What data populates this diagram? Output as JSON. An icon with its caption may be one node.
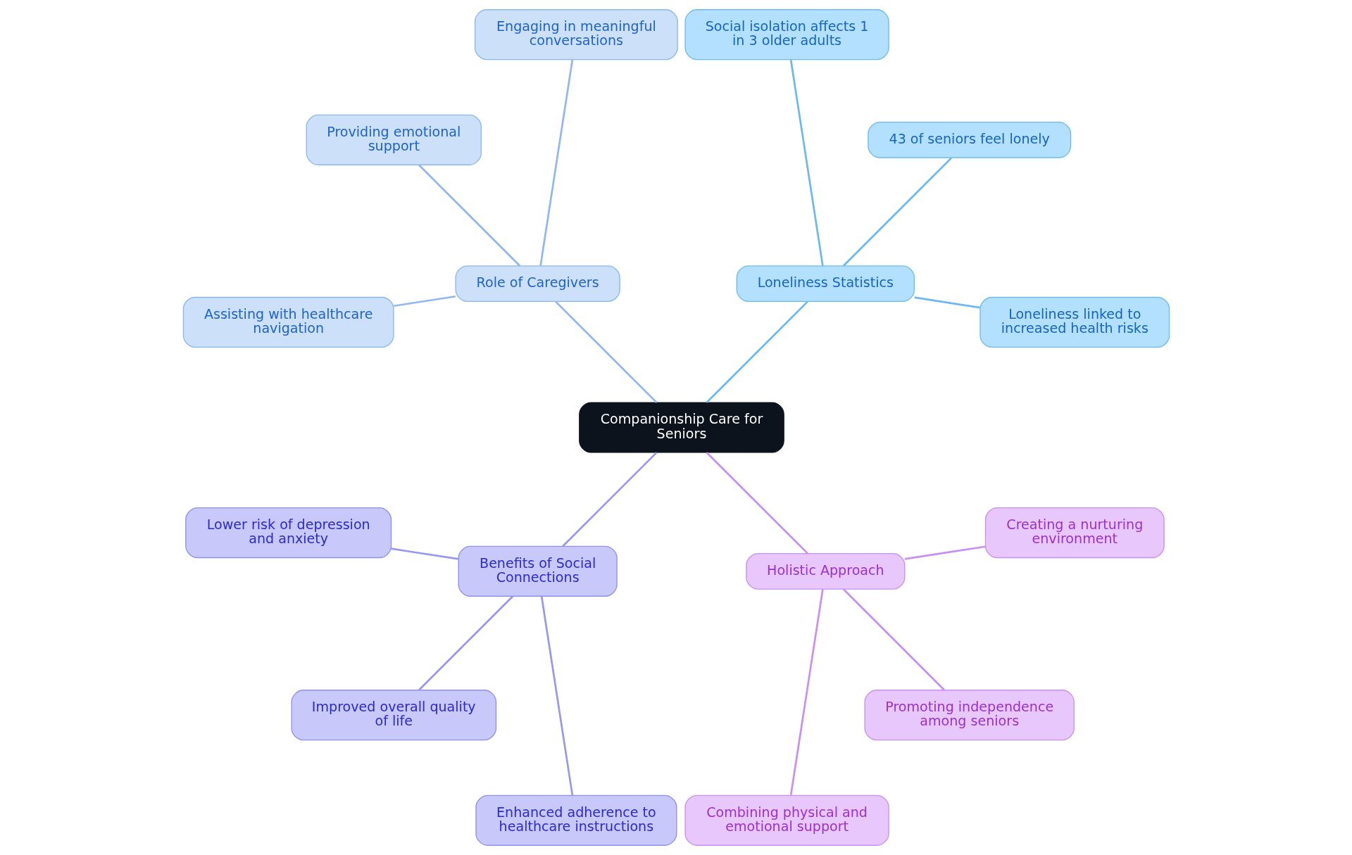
{
  "diagram": {
    "nodes": [
      {
        "text": [
          "Companionship Care for Seniors"
        ]
      },
      {
        "text": [
          "Loneliness Statistics"
        ]
      },
      {
        "text": [
          "Loneliness linked to increased health risks"
        ]
      },
      {
        "text": [
          "43 of seniors feel lonely"
        ]
      },
      {
        "text": [
          "Social isolation affects 1 in 3 older adults"
        ]
      },
      {
        "text": [
          "Role of Caregivers"
        ]
      },
      {
        "text": [
          "Engaging in meaningful conversations"
        ]
      },
      {
        "text": [
          "Providing emotional support"
        ]
      },
      {
        "text": [
          "Assisting with healthcare navigation"
        ]
      },
      {
        "text": [
          "Benefits of Social Connections"
        ]
      },
      {
        "text": [
          "Lower risk of depression and anxiety"
        ]
      },
      {
        "text": [
          "Improved overall quality of life"
        ]
      },
      {
        "text": [
          "Enhanced adherence to healthcare instructions"
        ]
      },
      {
        "text": [
          "Holistic Approach"
        ]
      },
      {
        "text": [
          "Combining physical and emotional support"
        ]
      },
      {
        "text": [
          "Promoting independence among seniors"
        ]
      },
      {
        "text": [
          "Creating a nurturing environment"
        ]
      }
    ],
    "edges": [
      {
        "from": 0,
        "to": 1,
        "arrow": "none",
        "color": "#6cb8f0"
      },
      {
        "from": 1,
        "to": 2,
        "arrow": "none",
        "color": "#6cb8f0"
      },
      {
        "from": 1,
        "to": 3,
        "arrow": "none",
        "color": "#6cb8f0"
      },
      {
        "from": 1,
        "to": 4,
        "arrow": "none",
        "color": "#6cb8f0"
      },
      {
        "from": 0,
        "to": 5,
        "arrow": "none",
        "color": "#90b8ee"
      },
      {
        "from": 5,
        "to": 6,
        "arrow": "none",
        "color": "#90b8ee"
      },
      {
        "from": 5,
        "to": 7,
        "arrow": "none",
        "color": "#90b8ee"
      },
      {
        "from": 5,
        "to": 8,
        "arrow": "none",
        "color": "#90b8ee"
      },
      {
        "from": 0,
        "to": 9,
        "arrow": "none",
        "color": "#9898ee"
      },
      {
        "from": 9,
        "to": 10,
        "arrow": "none",
        "color": "#9898ee"
      },
      {
        "from": 9,
        "to": 11,
        "arrow": "none",
        "color": "#9898ee"
      },
      {
        "from": 9,
        "to": 12,
        "arrow": "none",
        "color": "#9898ee"
      },
      {
        "from": 0,
        "to": 13,
        "arrow": "none",
        "color": "#c890f0"
      },
      {
        "from": 13,
        "to": 14,
        "arrow": "none",
        "color": "#c890f0"
      },
      {
        "from": 13,
        "to": 15,
        "arrow": "none",
        "color": "#c890f0"
      },
      {
        "from": 13,
        "to": 16,
        "arrow": "none",
        "color": "#c890f0"
      }
    ]
  }
}
